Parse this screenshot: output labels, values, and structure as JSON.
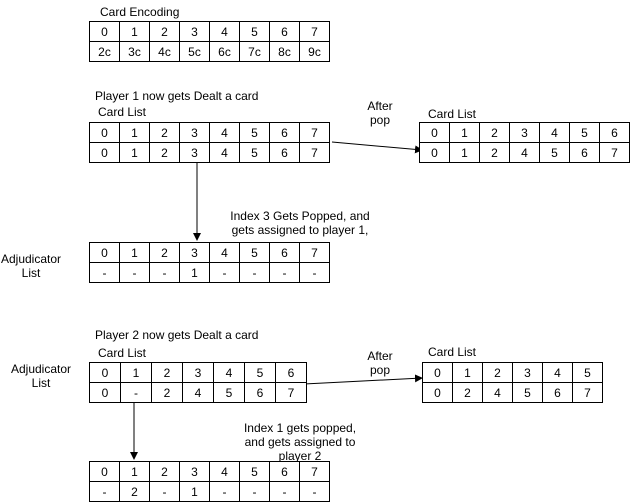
{
  "encoding": {
    "title": "Card Encoding",
    "indices": [
      "0",
      "1",
      "2",
      "3",
      "4",
      "5",
      "6",
      "7"
    ],
    "cards": [
      "2c",
      "3c",
      "4c",
      "5c",
      "6c",
      "7c",
      "8c",
      "9c"
    ]
  },
  "step1": {
    "heading": "Player 1 now gets Dealt a card",
    "card_list_label": "Card List",
    "card_list": {
      "indices": [
        "0",
        "1",
        "2",
        "3",
        "4",
        "5",
        "6",
        "7"
      ],
      "values": [
        "0",
        "1",
        "2",
        "3",
        "4",
        "5",
        "6",
        "7"
      ]
    },
    "after_pop_label": [
      "After",
      "pop"
    ],
    "after_card_list_label": "Card List",
    "after_card_list": {
      "indices": [
        "0",
        "1",
        "2",
        "3",
        "4",
        "5",
        "6"
      ],
      "values": [
        "0",
        "1",
        "2",
        "4",
        "5",
        "6",
        "7"
      ]
    },
    "pop_note": [
      "Index 3 Gets Popped, and",
      "gets assigned to player 1,"
    ],
    "adjudicator_label": [
      "Adjudicator",
      "List"
    ],
    "adjudicator_list": {
      "indices": [
        "0",
        "1",
        "2",
        "3",
        "4",
        "5",
        "6",
        "7"
      ],
      "values": [
        "-",
        "-",
        "-",
        "1",
        "-",
        "-",
        "-",
        "-"
      ]
    }
  },
  "step2": {
    "heading": "Player 2 now gets Dealt a card",
    "adjudicator_label": [
      "Adjudicator",
      "List"
    ],
    "card_list_label": "Card List",
    "card_list": {
      "indices": [
        "0",
        "1",
        "2",
        "3",
        "4",
        "5",
        "6"
      ],
      "values": [
        "0",
        "-",
        "2",
        "4",
        "5",
        "6",
        "7"
      ]
    },
    "after_pop_label": [
      "After",
      "pop"
    ],
    "after_card_list_label": "Card List",
    "after_card_list": {
      "indices": [
        "0",
        "1",
        "2",
        "3",
        "4",
        "5"
      ],
      "values": [
        "0",
        "2",
        "4",
        "5",
        "6",
        "7"
      ]
    },
    "pop_note": [
      "Index 1 gets popped,",
      "and gets assigned to",
      "player 2"
    ],
    "adjudicator_list": {
      "indices": [
        "0",
        "1",
        "2",
        "3",
        "4",
        "5",
        "6",
        "7"
      ],
      "values": [
        "-",
        "2",
        "-",
        "1",
        "-",
        "-",
        "-",
        "-"
      ]
    }
  }
}
